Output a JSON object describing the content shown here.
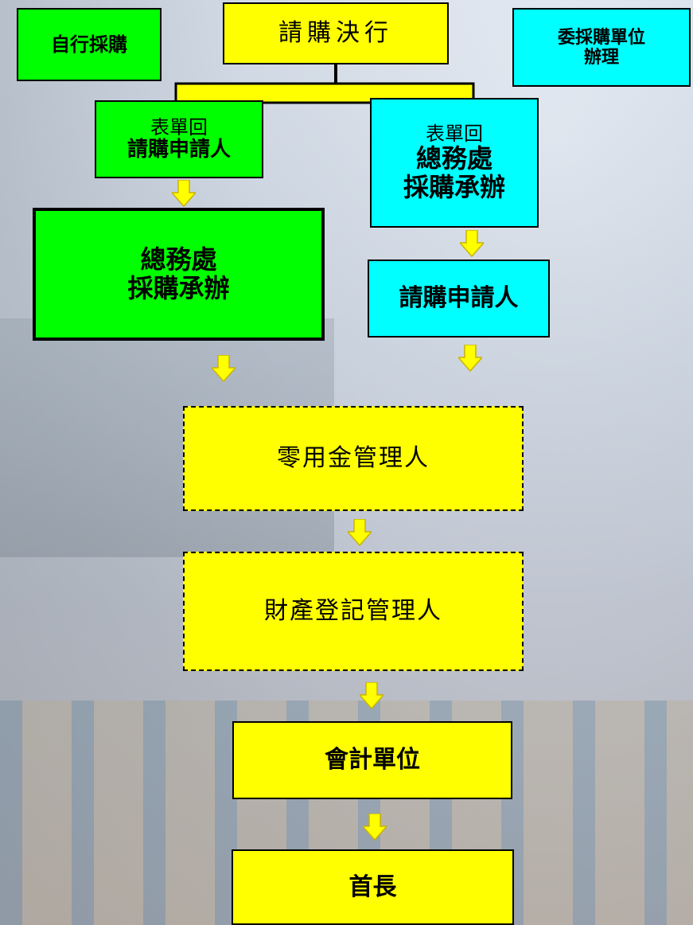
{
  "boxes": {
    "self_purchase": "自行採購",
    "approve": "請購決行",
    "delegate": "委採購單位辦理",
    "delegate_line1": "委採購單位",
    "delegate_line2": "辦理",
    "left_return_small": "表單回",
    "left_return_main": "請購申請人",
    "right_return_small": "表單回",
    "right_return_main_1": "總務處",
    "right_return_main_2": "採購承辦",
    "left_office_1": "總務處",
    "left_office_2": "採購承辦",
    "right_applicant": "請購申請人",
    "petty_cash": "零用金管理人",
    "property": "財產登記管理人",
    "accounting": "會計單位",
    "chief": "首長"
  },
  "colors": {
    "yellow": "#ffff00",
    "green": "#00ff00",
    "cyan": "#00ffff",
    "arrow_fill": "#ffff00",
    "arrow_edge": "#c8b400"
  }
}
